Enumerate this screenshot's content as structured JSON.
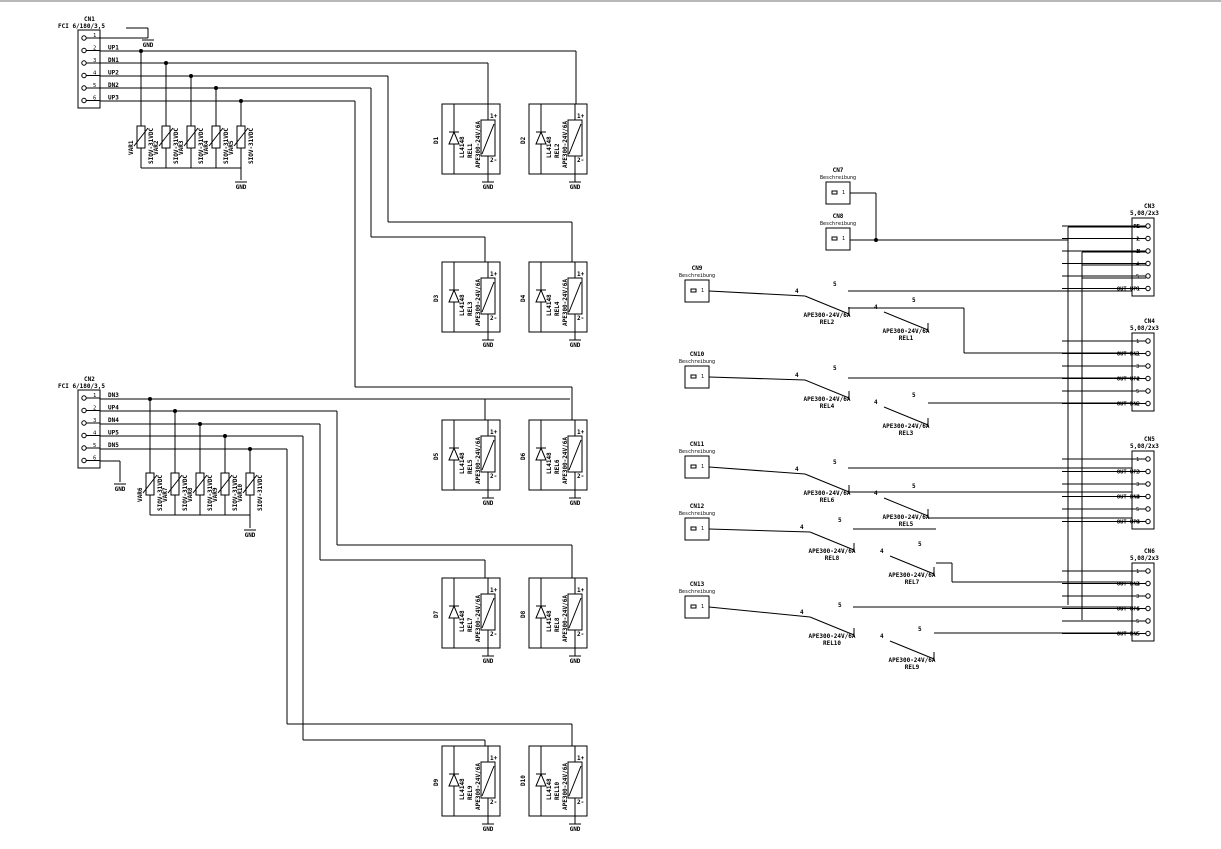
{
  "gnd_label": "GND",
  "cn1": {
    "ref": "CN1",
    "value": "FCI 6/180/3,5",
    "gnd": "GND",
    "pins": [
      {
        "num": "1",
        "net": ""
      },
      {
        "num": "2",
        "net": "UP1"
      },
      {
        "num": "3",
        "net": "DN1"
      },
      {
        "num": "4",
        "net": "UP2"
      },
      {
        "num": "5",
        "net": "DN2"
      },
      {
        "num": "6",
        "net": "UP3"
      }
    ]
  },
  "cn2": {
    "ref": "CN2",
    "value": "FCI 6/180/3,5",
    "gnd": "GND",
    "pins": [
      {
        "num": "1",
        "net": "DN3"
      },
      {
        "num": "2",
        "net": "UP4"
      },
      {
        "num": "3",
        "net": "DN4"
      },
      {
        "num": "4",
        "net": "UP5"
      },
      {
        "num": "5",
        "net": "DN5"
      },
      {
        "num": "6",
        "net": ""
      }
    ]
  },
  "varistors_top": [
    {
      "ref": "VAR1",
      "value": "SIOV-31VDC"
    },
    {
      "ref": "VAR2",
      "value": "SIOV-31VDC"
    },
    {
      "ref": "VAR3",
      "value": "SIOV-31VDC"
    },
    {
      "ref": "VAR4",
      "value": "SIOV-31VDC"
    },
    {
      "ref": "VAR5",
      "value": "SIOV-31VDC"
    }
  ],
  "varistors_bottom": [
    {
      "ref": "VAR6",
      "value": "SIOV-31VDC"
    },
    {
      "ref": "VAR7",
      "value": "SIOV-31VDC"
    },
    {
      "ref": "VAR8",
      "value": "SIOV-31VDC"
    },
    {
      "ref": "VAR9",
      "value": "SIOV-31VDC"
    },
    {
      "ref": "VAR10",
      "value": "SIOV-31VDC"
    }
  ],
  "relay_cells": [
    {
      "diode": "D1",
      "diode_type": "LL4148",
      "rel": "REL1",
      "rel_type": "APE300-24V/6A",
      "pin_plus": "1+",
      "pin_minus": "2-"
    },
    {
      "diode": "D2",
      "diode_type": "LL4148",
      "rel": "REL2",
      "rel_type": "APE300-24V/6A",
      "pin_plus": "1+",
      "pin_minus": "2-"
    },
    {
      "diode": "D3",
      "diode_type": "LL4148",
      "rel": "REL3",
      "rel_type": "APE300-24V/6A",
      "pin_plus": "1+",
      "pin_minus": "2-"
    },
    {
      "diode": "D4",
      "diode_type": "LL4148",
      "rel": "REL4",
      "rel_type": "APE300-24V/6A",
      "pin_plus": "1+",
      "pin_minus": "2-"
    },
    {
      "diode": "D5",
      "diode_type": "LL4148",
      "rel": "REL5",
      "rel_type": "APE300-24V/6A",
      "pin_plus": "1+",
      "pin_minus": "2-"
    },
    {
      "diode": "D6",
      "diode_type": "LL4148",
      "rel": "REL6",
      "rel_type": "APE300-24V/6A",
      "pin_plus": "1+",
      "pin_minus": "2-"
    },
    {
      "diode": "D7",
      "diode_type": "LL4148",
      "rel": "REL7",
      "rel_type": "APE300-24V/6A",
      "pin_plus": "1+",
      "pin_minus": "2-"
    },
    {
      "diode": "D8",
      "diode_type": "LL4148",
      "rel": "REL8",
      "rel_type": "APE300-24V/6A",
      "pin_plus": "1+",
      "pin_minus": "2-"
    },
    {
      "diode": "D9",
      "diode_type": "LL4148",
      "rel": "REL9",
      "rel_type": "APE300-24V/6A",
      "pin_plus": "1+",
      "pin_minus": "2-"
    },
    {
      "diode": "D10",
      "diode_type": "LL4148",
      "rel": "REL10",
      "rel_type": "APE300-24V/6A",
      "pin_plus": "1+",
      "pin_minus": "2-"
    }
  ],
  "single_connectors": [
    {
      "ref": "CN7",
      "desc": "Beschreibung",
      "pin": "1"
    },
    {
      "ref": "CN8",
      "desc": "Beschreibung",
      "pin": "1"
    },
    {
      "ref": "CN9",
      "desc": "Beschreibung",
      "pin": "1"
    },
    {
      "ref": "CN10",
      "desc": "Beschreibung",
      "pin": "1"
    },
    {
      "ref": "CN11",
      "desc": "Beschreibung",
      "pin": "1"
    },
    {
      "ref": "CN12",
      "desc": "Beschreibung",
      "pin": "1"
    },
    {
      "ref": "CN13",
      "desc": "Beschreibung",
      "pin": "1"
    }
  ],
  "contacts": [
    {
      "ref": "REL2",
      "type": "APE300-24V/6A",
      "pin_a": "4",
      "pin_b": "5"
    },
    {
      "ref": "REL1",
      "type": "APE300-24V/6A",
      "pin_a": "4",
      "pin_b": "5"
    },
    {
      "ref": "REL4",
      "type": "APE300-24V/6A",
      "pin_a": "4",
      "pin_b": "5"
    },
    {
      "ref": "REL3",
      "type": "APE300-24V/6A",
      "pin_a": "4",
      "pin_b": "5"
    },
    {
      "ref": "REL6",
      "type": "APE300-24V/6A",
      "pin_a": "4",
      "pin_b": "5"
    },
    {
      "ref": "REL5",
      "type": "APE300-24V/6A",
      "pin_a": "4",
      "pin_b": "5"
    },
    {
      "ref": "REL8",
      "type": "APE300-24V/6A",
      "pin_a": "4",
      "pin_b": "5"
    },
    {
      "ref": "REL7",
      "type": "APE300-24V/6A",
      "pin_a": "4",
      "pin_b": "5"
    },
    {
      "ref": "REL10",
      "type": "APE300-24V/6A",
      "pin_a": "4",
      "pin_b": "5"
    },
    {
      "ref": "REL9",
      "type": "APE300-24V/6A",
      "pin_a": "4",
      "pin_b": "5"
    }
  ],
  "outputs": [
    {
      "ref": "CN3",
      "value": "5,08/2x3",
      "nets": [
        "PE",
        "L",
        "N",
        "",
        "",
        "OUT UP1"
      ]
    },
    {
      "ref": "CN4",
      "value": "5,08/2x3",
      "nets": [
        "",
        "OUT DN1",
        "",
        "OUT UP2",
        "",
        "OUT DN2"
      ]
    },
    {
      "ref": "CN5",
      "value": "5,08/2x3",
      "nets": [
        "",
        "OUT UP3",
        "",
        "OUT DN3",
        "",
        "OUT UP4"
      ]
    },
    {
      "ref": "CN6",
      "value": "5,08/2x3",
      "nets": [
        "",
        "OUT DN4",
        "",
        "OUT UP5",
        "",
        "OUT DN5"
      ]
    }
  ]
}
